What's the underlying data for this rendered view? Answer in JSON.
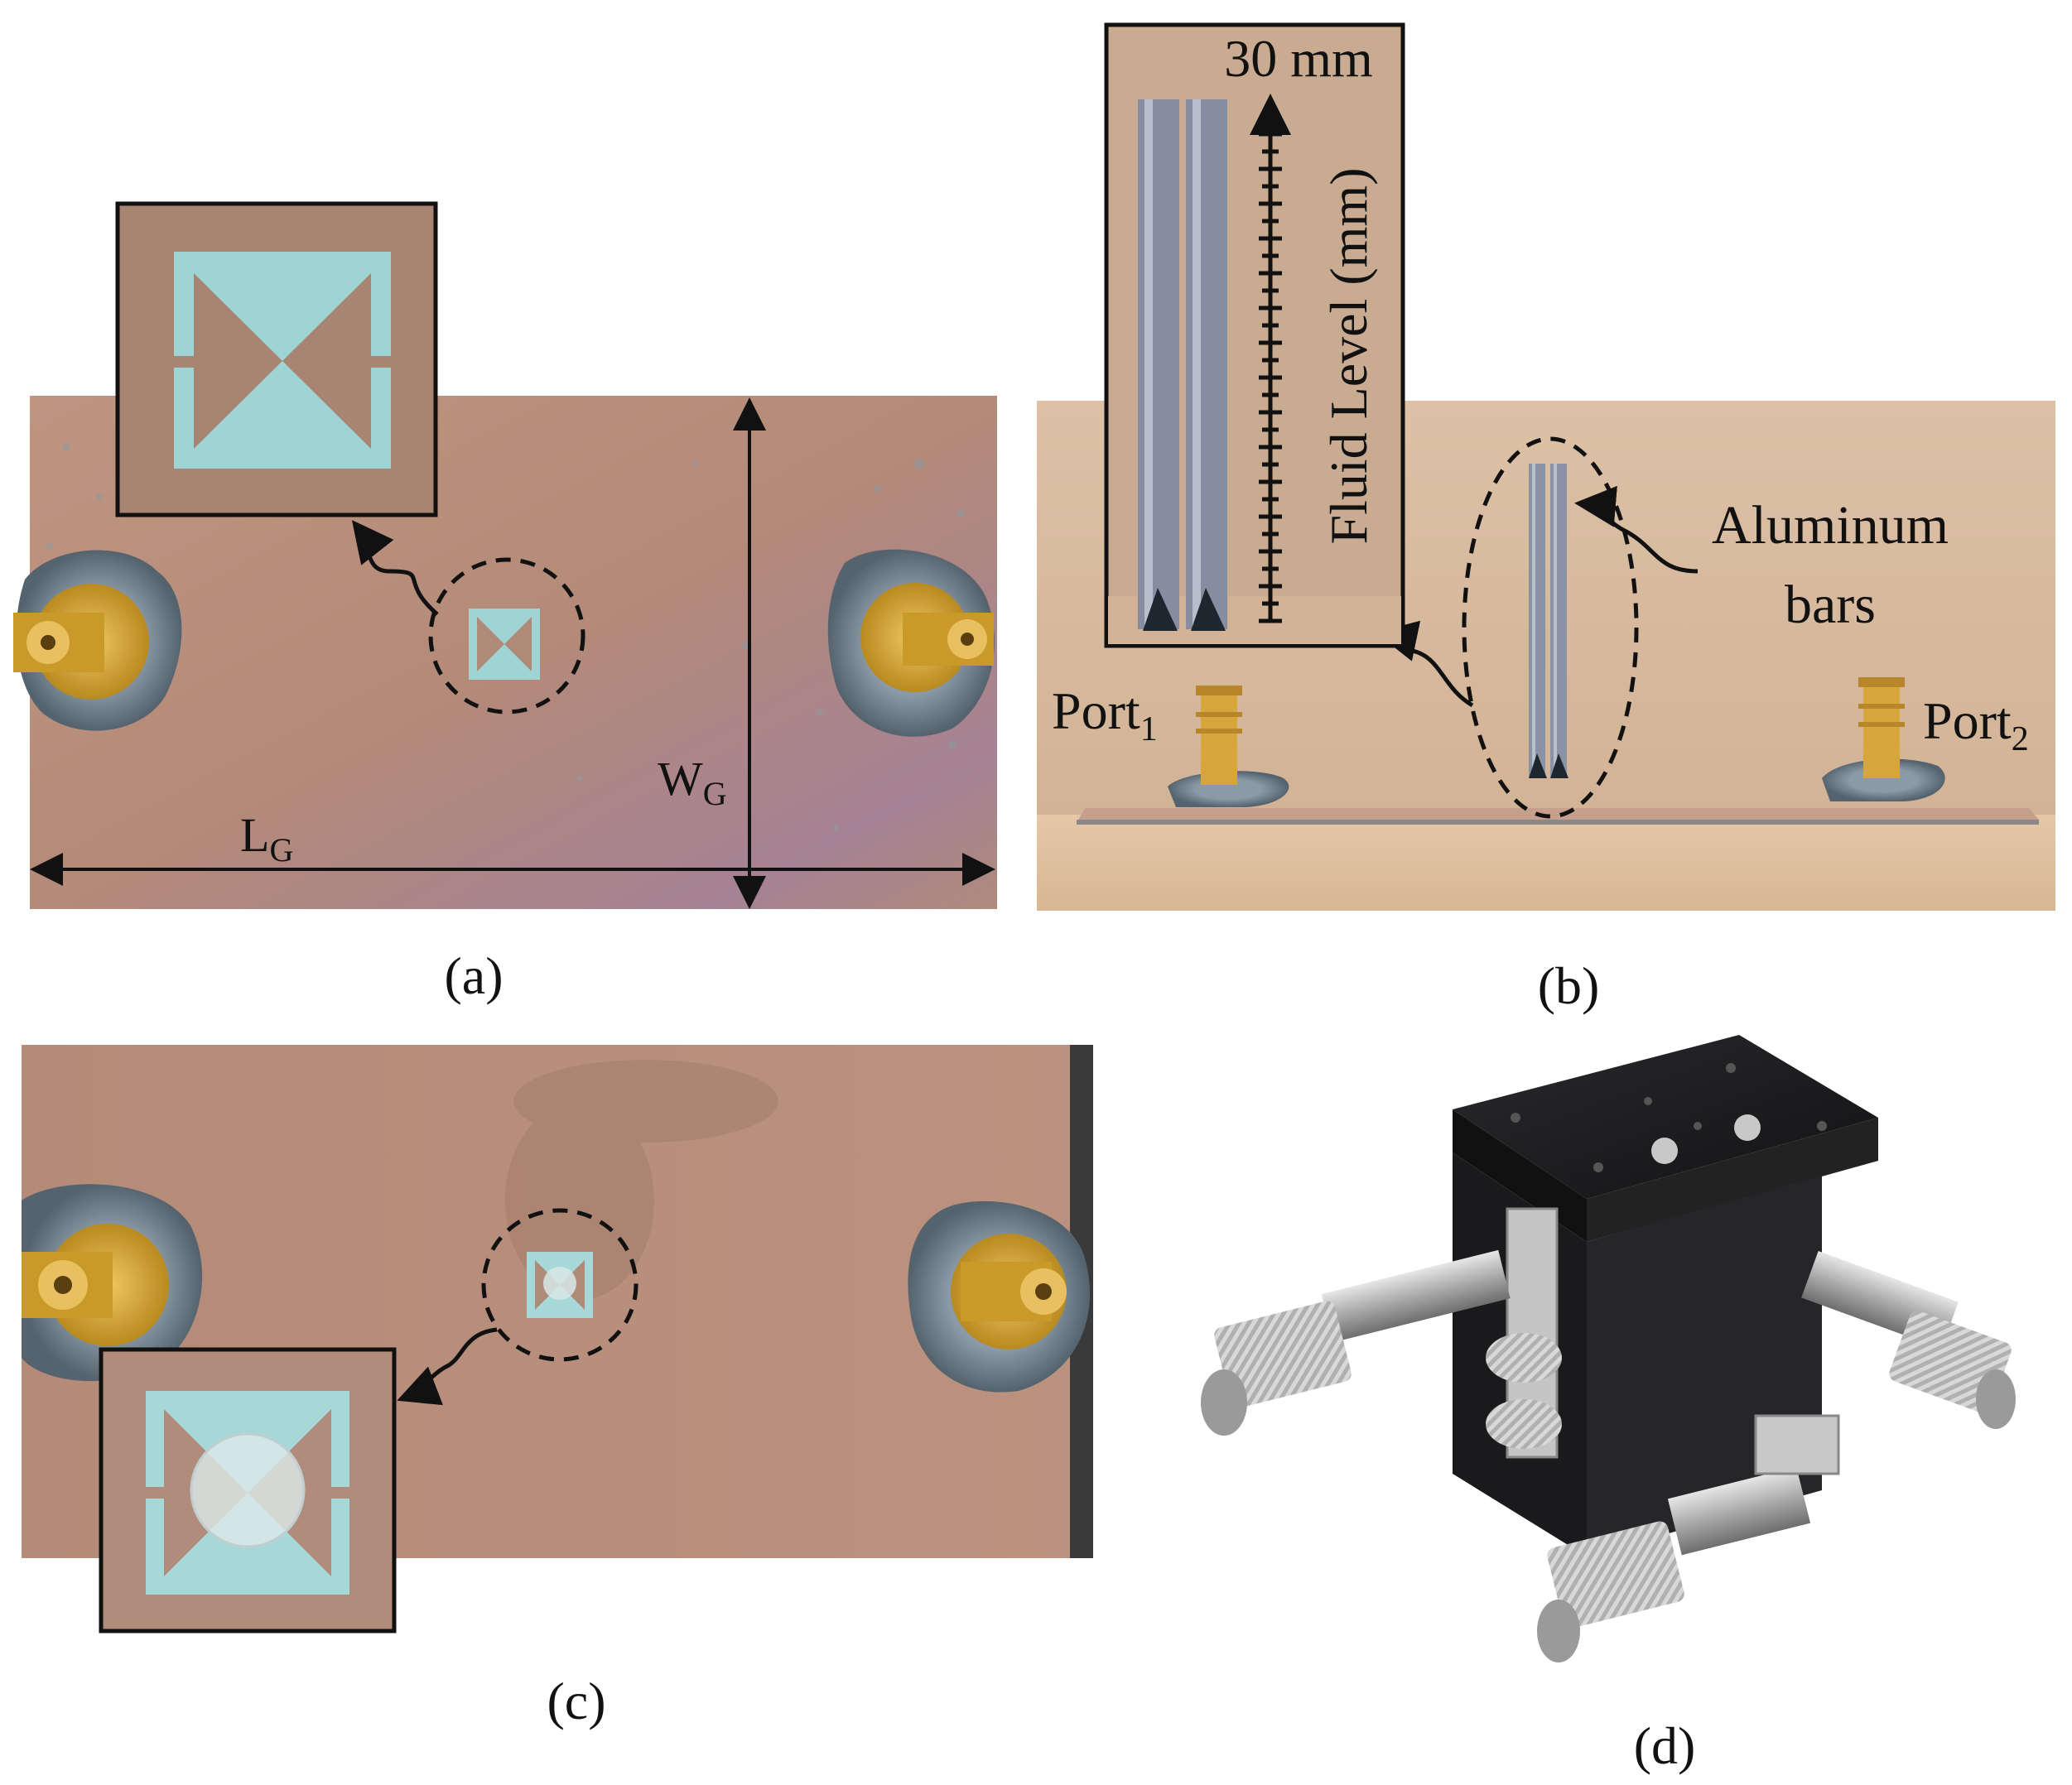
{
  "panels": {
    "a": {
      "caption": "(a)",
      "length_label": "L",
      "length_sub": "G",
      "width_label": "W",
      "width_sub": "G"
    },
    "b": {
      "caption": "(b)",
      "scale_top": "30 mm",
      "scale_axis": "Fluid Level (mm)",
      "bars_label_1": "Aluminum",
      "bars_label_2": "bars",
      "port1_label": "Port",
      "port1_sub": "1",
      "port2_label": "Port",
      "port2_sub": "2"
    },
    "c": {
      "caption": "(c)"
    },
    "d": {
      "caption": "(d)"
    }
  },
  "colors": {
    "copper": "#b78e7c",
    "copper_dark": "#a07a68",
    "substrate": "#9fd4d4",
    "gold": "#d4a230",
    "solder": "#6f7f8c",
    "wood": "#d9bca2",
    "stage_black": "#1b1b1e",
    "steel": "#b8b8b8"
  }
}
